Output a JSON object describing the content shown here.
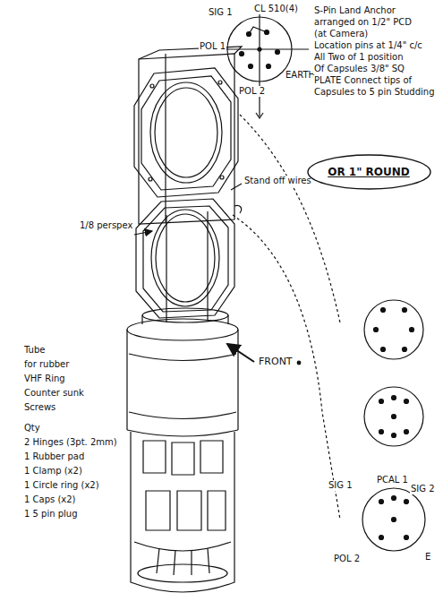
{
  "diagram": {
    "nodes": [
      {
        "text": [
          "OR 1\" ROUND"
        ]
      }
    ],
    "labels": [
      "SIG 1",
      "CL 510(4)",
      "POL 1",
      "POL 2",
      "EARTH",
      "S-Pin Land Anchor",
      "arranged on 1/2\" PCD",
      "(at Camera)",
      "Location pins at 1/4\" c/c",
      "All Two of 1 position",
      "Of Capsules 3/8\" SQ",
      "PLATE Connect tips of",
      "Capsules to 5 pin Studding",
      "Stand off wires",
      "1/8 perspex",
      "FRONT",
      "Tube",
      "for rubber",
      "VHF Ring",
      "Counter sunk",
      "Screws",
      "Qty",
      "2 Hinges (3pt. 2mm)",
      "1 Rubber pad",
      "1 Clamp (x2)",
      "1 Circle ring (x2)",
      "1 Caps (x2)",
      "1 5 pin plug",
      "SIG 1",
      "PCAL 1",
      "SIG 2",
      "POL 2",
      "E"
    ]
  }
}
